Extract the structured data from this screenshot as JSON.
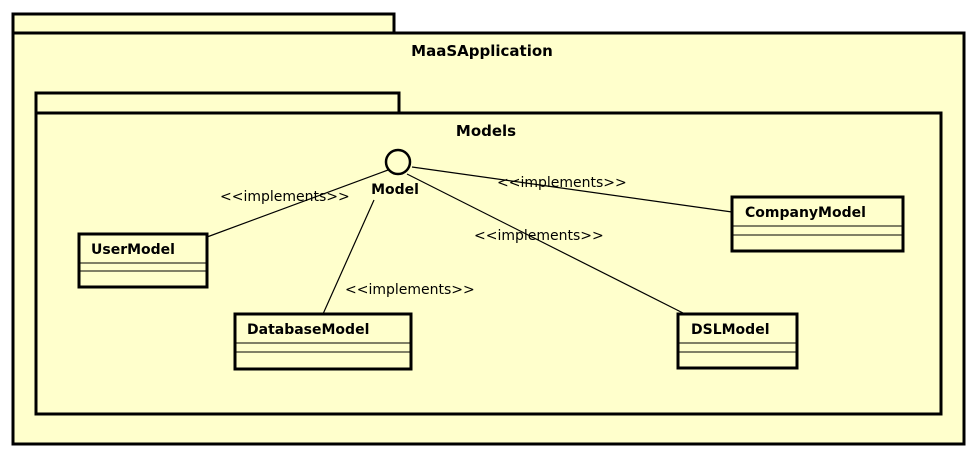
{
  "packages": {
    "outer": {
      "name": "MaaSApplication"
    },
    "inner": {
      "name": "Models"
    }
  },
  "interface": {
    "name": "Model"
  },
  "classes": {
    "user": {
      "name": "UserModel"
    },
    "database": {
      "name": "DatabaseModel"
    },
    "company": {
      "name": "CompanyModel"
    },
    "dsl": {
      "name": "DSLModel"
    }
  },
  "relations": {
    "user": {
      "label": "<<implements>>"
    },
    "database": {
      "label": "<<implements>>"
    },
    "company": {
      "label": "<<implements>>"
    },
    "dsl": {
      "label": "<<implements>>"
    }
  },
  "colors": {
    "fill": "#ffffcc",
    "stroke": "#000000"
  }
}
